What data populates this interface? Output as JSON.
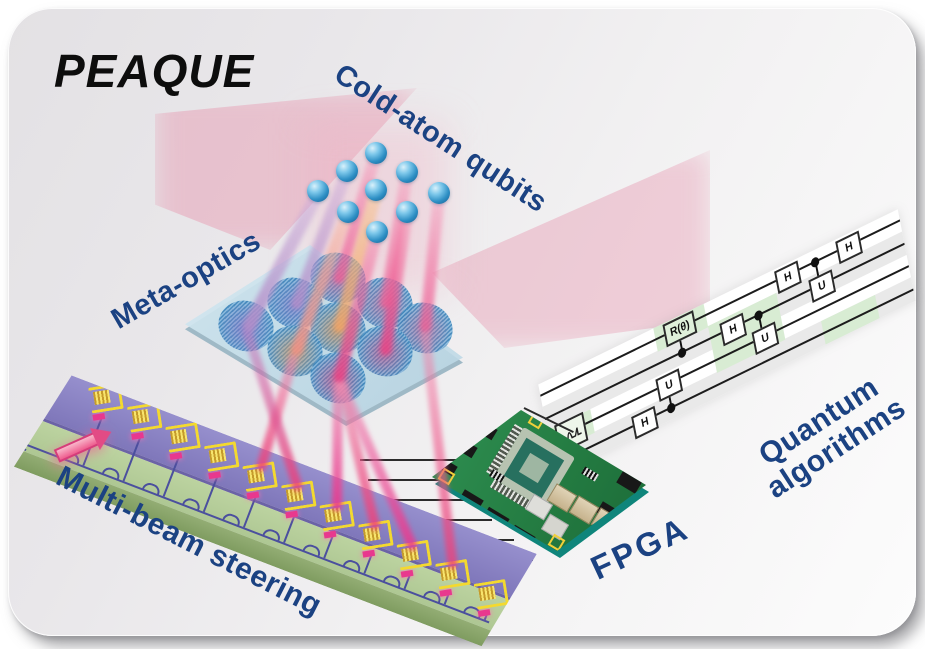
{
  "title": "PEAQUE",
  "labels": {
    "cold_atoms": "Cold-atom qubits",
    "meta_optics": "Meta-optics",
    "multi_beam": "Multi-beam steering",
    "fpga": "FPGA",
    "quantum_line1": "Quantum",
    "quantum_line2": "algorithms"
  },
  "circuit": {
    "gate_h": "H",
    "gate_u": "U",
    "gate_r": "R(θ)",
    "wire_count": 4
  },
  "figure": {
    "atom_count": 9,
    "metasurface_lens_count": 9,
    "grating_coupler_count": 11,
    "beam_count_chip_to_optics": 6,
    "beam_count_optics_to_atoms": 9
  },
  "colors": {
    "label_navy": "#1b4282",
    "title_black": "#0d0d0d",
    "beam_pink": "#ee5e94",
    "beam_orange": "#f2a364",
    "beam_purple": "#b48cc8",
    "atom_blue": "#2f90c5",
    "chip_purple": "#8b84c6",
    "chip_green": "#b6cf99",
    "grating_yellow": "#f3d92f",
    "modulator_magenta": "#e8388e",
    "pcb_green": "#237a42",
    "pcb_teal": "#0f857b",
    "plate_blue": "#cfe2ec",
    "panel_green": "#d8ecd3",
    "panel_gray": "#e9e9e9"
  }
}
